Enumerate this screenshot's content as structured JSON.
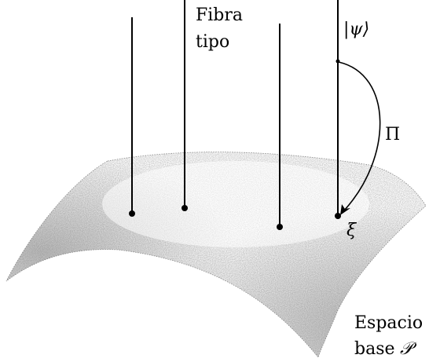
{
  "labels": {
    "fiber_type_line1": "Fibra",
    "fiber_type_line2": "tipo",
    "psi": "|ψ⟩",
    "projection": "Π",
    "xi": "ξ",
    "base_space_line1": "Espacio",
    "base_space_line2": "base",
    "base_space_symbol": "𝒫"
  },
  "colors": {
    "surface_speckle": "#8a8a8a",
    "surface_edge": "#6e6e6e",
    "ink": "#000000"
  }
}
